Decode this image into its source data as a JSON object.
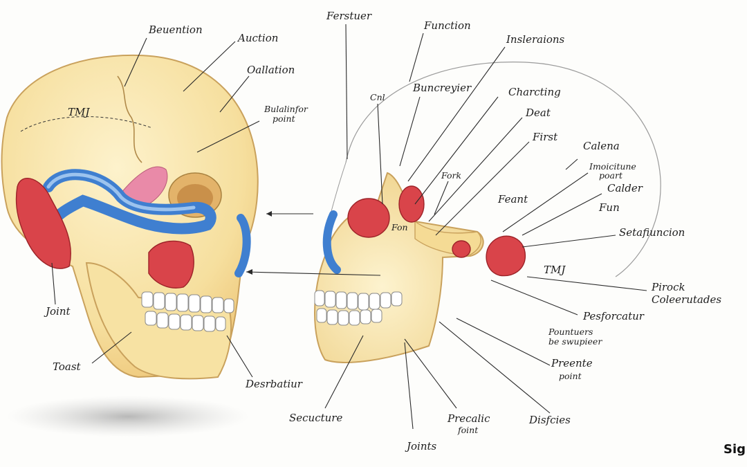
{
  "labels": {
    "beuention": "Beuention",
    "auction": "Auction",
    "oallation": "Oallation",
    "bulalinfor_1": "Bulalinfor",
    "bulalinfor_2": "point",
    "tmj_left": "TMJ",
    "joint": "Joint",
    "toast": "Toast",
    "desrbatiur": "Desrbatiur",
    "ferstuer": "Ferstuer",
    "function": "Function",
    "inslerations": "Insleraions",
    "cnl": "Cnl",
    "buncreyier": "Buncreyier",
    "charcting": "Charcting",
    "deat": "Deat",
    "first": "First",
    "calena": "Calena",
    "imoicitune_1": "Imoicitune",
    "imoicitune_2": "poart",
    "calder": "Calder",
    "fun": "Fun",
    "fork": "Fork",
    "feant": "Feant",
    "fon": "Fon",
    "setafiuncion": "Setafiuncion",
    "tmj_right": "TMJ",
    "pirock_1": "Pirock",
    "pirock_2": "Coleerutades",
    "pesforcatur": "Pesforcatur",
    "pountuers_1": "Pountuers",
    "pountuers_2": "be swupieer",
    "preente_1": "Preente",
    "preente_2": "point",
    "secucture": "Secucture",
    "precalic_1": "Precalic",
    "precalic_2": "foint",
    "disfcies": "Disfcies",
    "joints": "Joints"
  },
  "watermark": "Sig",
  "colors": {
    "bone": "#f7e4a6",
    "bone_edge": "#c9a15c",
    "muscle": "#d9444a",
    "vessel": "#3f7fd0",
    "pink": "#e98aa8"
  }
}
